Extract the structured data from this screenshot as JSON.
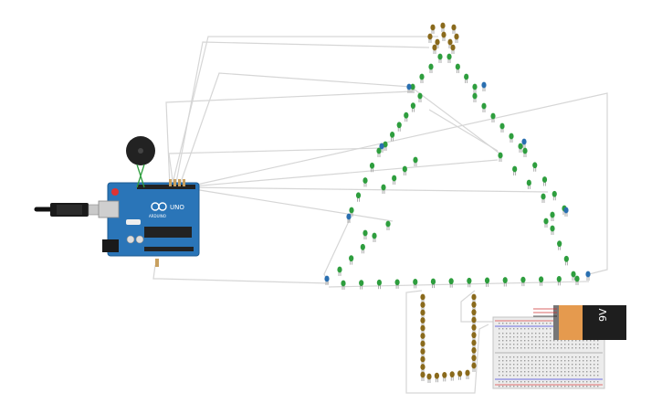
{
  "circuit": {
    "arduino": {
      "brand_text": "UNO",
      "logo_text": "ARDUINO"
    },
    "battery": {
      "voltage_label": "9V"
    },
    "colors": {
      "background": "#ffffff",
      "wire": "#d6d6d6",
      "led_green": "#2e9e3e",
      "led_blue": "#2a6fb0",
      "led_brown": "#8a6a1c",
      "led_lead": "#9a9a9a",
      "arduino_board": "#2a75b8",
      "battery_orange": "#e59a4e",
      "battery_black": "#1e1e1e",
      "breadboard": "#ececec",
      "buzzer": "#222222"
    }
  }
}
